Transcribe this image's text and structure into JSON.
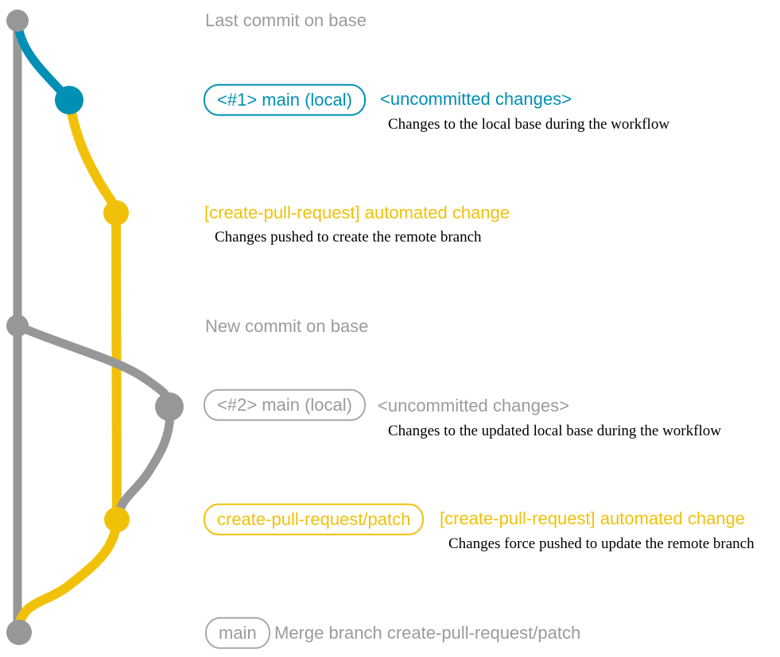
{
  "colors": {
    "gray_line": "#979797",
    "gray_text": "#9b9b9b",
    "teal": "#008fb5",
    "yellow": "#f1c109",
    "description_text": "#000000"
  },
  "graph": {
    "branches": [
      {
        "name": "base",
        "color": "#979797"
      },
      {
        "name": "main (local)",
        "color": "#008fb5"
      },
      {
        "name": "create-pull-request/patch",
        "color": "#f1c109"
      }
    ],
    "commits": [
      {
        "id": "last-commit-on-base",
        "branch": "base",
        "color": "#979797"
      },
      {
        "id": "main-local-1",
        "branch": "main (local)",
        "color": "#008fb5"
      },
      {
        "id": "automated-change-1",
        "branch": "create-pull-request/patch",
        "color": "#f1c109"
      },
      {
        "id": "new-commit-on-base",
        "branch": "base",
        "color": "#979797"
      },
      {
        "id": "main-local-2",
        "branch": "main (local)",
        "color": "#979797"
      },
      {
        "id": "automated-change-2",
        "branch": "create-pull-request/patch",
        "color": "#f1c109"
      },
      {
        "id": "merge-commit",
        "branch": "base",
        "color": "#979797"
      }
    ]
  },
  "annotations": {
    "last_commit": {
      "text": "Last commit on base"
    },
    "commit1": {
      "branch_label": "<#1> main (local)",
      "message": "<uncommitted changes>",
      "description": "Changes to the local base during the workflow"
    },
    "commit2": {
      "message": "[create-pull-request] automated change",
      "description": "Changes pushed to create the remote branch"
    },
    "new_commit": {
      "text": "New commit on base"
    },
    "commit3": {
      "branch_label": "<#2> main (local)",
      "message": "<uncommitted changes>",
      "description": "Changes to the updated local base during the workflow"
    },
    "commit4": {
      "branch_label": "create-pull-request/patch",
      "message": "[create-pull-request] automated change",
      "description": "Changes force pushed to update the remote branch"
    },
    "merge": {
      "branch_label": "main",
      "message": "Merge branch create-pull-request/patch"
    }
  }
}
